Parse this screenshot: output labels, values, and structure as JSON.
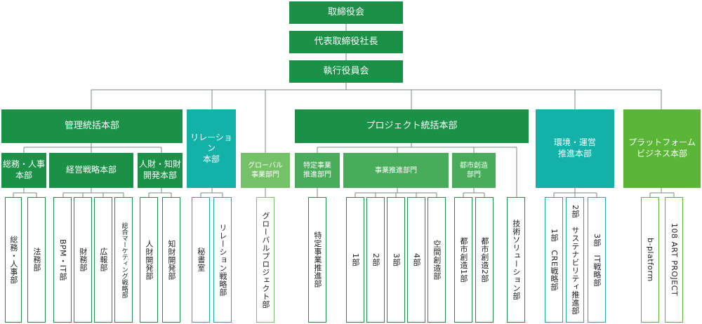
{
  "top": {
    "board": "取締役会",
    "ceo": "代表取締役社長",
    "exec": "執行役員会"
  },
  "headquarters": {
    "management": "管理統括本部",
    "relations": "リレーション\n本部",
    "global": "グローバル\n事業部門",
    "project": "プロジェクト統括本部",
    "env": "環境・運営\n推進本部",
    "platform": "プラットフォーム\nビジネス本部"
  },
  "divisions": {
    "general_hr": "総務・人事\n本部",
    "strategy": "経営戦略本部",
    "hr_ip": "人財・知財\n開発本部",
    "special": "特定事業\n推進部門",
    "promotion": "事業推進部門",
    "urban": "都市創造\n部門"
  },
  "departments": {
    "general_hr_dept": "総務・人事部",
    "legal": "法務部",
    "bpm_it": "BPM・IT部",
    "finance": "財務部",
    "pr": "広報部",
    "marketing": "総合マーケティング戦略部",
    "hr_dev": "人財開発部",
    "ip_dev": "知財開発部",
    "secretary": "秘書室",
    "relation_strategy": "リレーション戦略部",
    "global_project": "グローバルプロジェクト部",
    "special_promo": "特定事業推進部",
    "dept1": "1部",
    "dept2": "2部",
    "dept3": "3部",
    "dept4": "4部",
    "space": "空間創造部",
    "urban1": "都市創造1部",
    "urban2": "都市創造2部",
    "tech": "技術ソリューション部",
    "cre": "1部　CRE戦略部",
    "sustain": "2部　サステナビリティ推進部",
    "it_strategy": "3部　IT戦略部",
    "bplatform": "b-platform",
    "art": "108 ART PROJECT"
  }
}
